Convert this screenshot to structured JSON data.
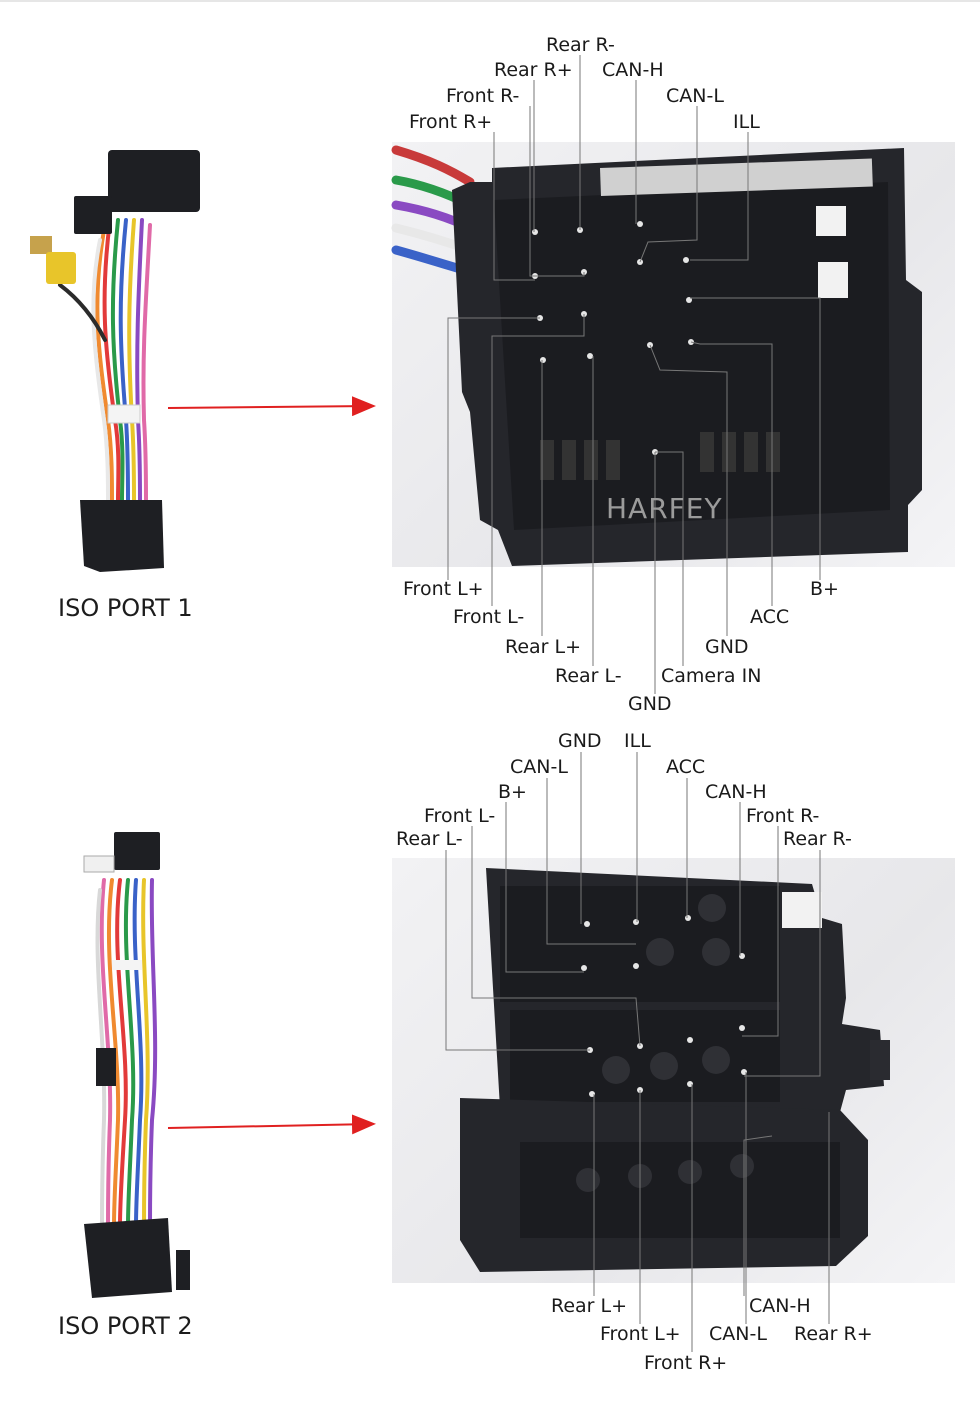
{
  "ports": [
    {
      "name": "ISO PORT 1"
    },
    {
      "name": "ISO PORT 2"
    }
  ],
  "watermark": "HARFEY",
  "connector1_pins_top": [
    "Rear R-",
    "Rear R+",
    "CAN-H",
    "Front R-",
    "CAN-L",
    "Front R+",
    "ILL"
  ],
  "connector1_pins_bottom": [
    "Front L+",
    "B+",
    "Front L-",
    "ACC",
    "Rear L+",
    "GND",
    "Rear L-",
    "Camera IN",
    "GND"
  ],
  "connector2_pins_top": [
    "GND",
    "ILL",
    "CAN-L",
    "ACC",
    "B+",
    "CAN-H",
    "Front L-",
    "Front R-",
    "Rear L-",
    "Rear R-"
  ],
  "connector2_pins_bottom": [
    "Rear L+",
    "CAN-H",
    "Front L+",
    "CAN-L",
    "Rear R+",
    "Front R+"
  ],
  "colors": {
    "arrow": "#e02020",
    "leader": "#777777",
    "connector": "#1e1f23"
  }
}
